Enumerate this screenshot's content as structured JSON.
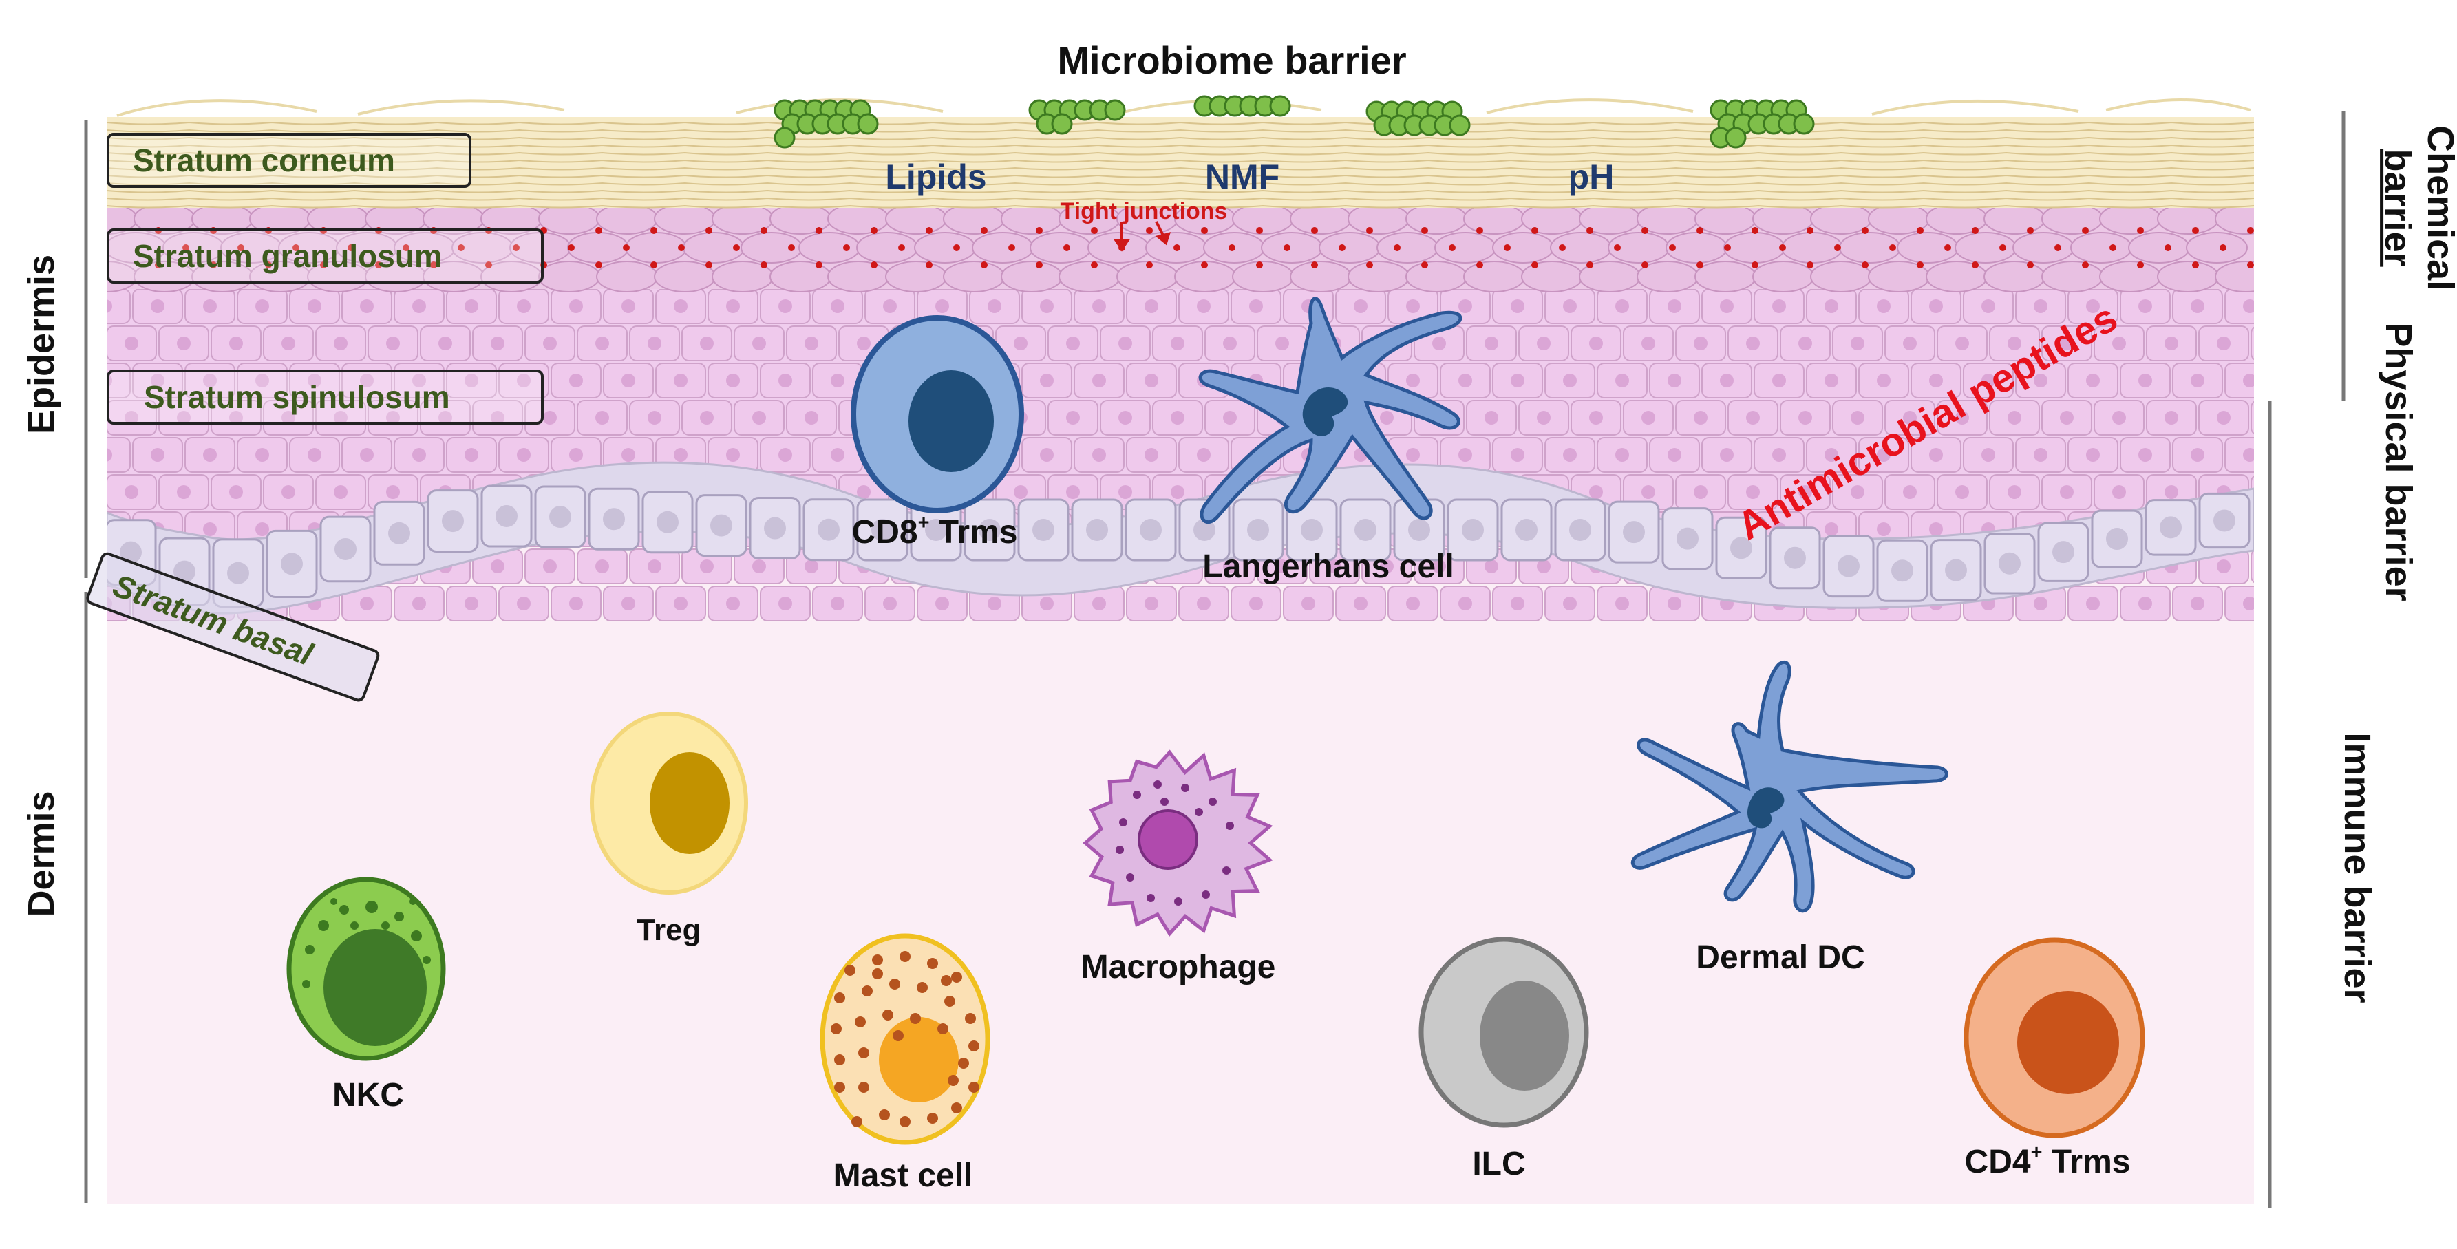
{
  "header": {
    "title": "Microbiome barrier"
  },
  "chemical_factors": {
    "lipids": "Lipids",
    "nmf": "NMF",
    "ph": "pH"
  },
  "junctions": {
    "label": "Tight junctions"
  },
  "peptides": {
    "label": "Antimicrobial peptides"
  },
  "layers": {
    "corneum": "Stratum corneum",
    "granulosum": "Stratum granulosum",
    "spinulosum": "Stratum spinulosum",
    "basal": "Stratum basal"
  },
  "regions": {
    "epidermis": "Epidermis",
    "dermis": "Dermis"
  },
  "barriers": {
    "chemical_line1": "Chemical",
    "chemical_line2": "barrier",
    "physical": "Physical barrier",
    "immune": "Immune barrier"
  },
  "cells": {
    "cd8": {
      "name": "CD8",
      "sup": "+",
      "suffix": " Trms"
    },
    "langerhans": "Langerhans cell",
    "treg": "Treg",
    "nkc": "NKC",
    "mast": "Mast cell",
    "macrophage": "Macrophage",
    "ilc": "ILC",
    "dermal_dc": "Dermal DC",
    "cd4": {
      "name": "CD4",
      "sup": "+",
      "suffix": " Trms"
    }
  },
  "colors": {
    "corneum": "#f6ebc8",
    "epidermis": "#f0cdee",
    "granulosum": "#ecc8e6",
    "basal": "#ded8ec",
    "dermis": "#fbeef6",
    "junction_red": "#d01818",
    "peptides_red": "#e8121d",
    "microbe_green": "#7fbf4a",
    "layer_text": "#3d5a1e",
    "chemical_text": "#1f3a6e"
  },
  "icons": [
    "microbe-cluster",
    "t-cell",
    "dendritic-cell",
    "granulated-cell",
    "macrophage"
  ]
}
